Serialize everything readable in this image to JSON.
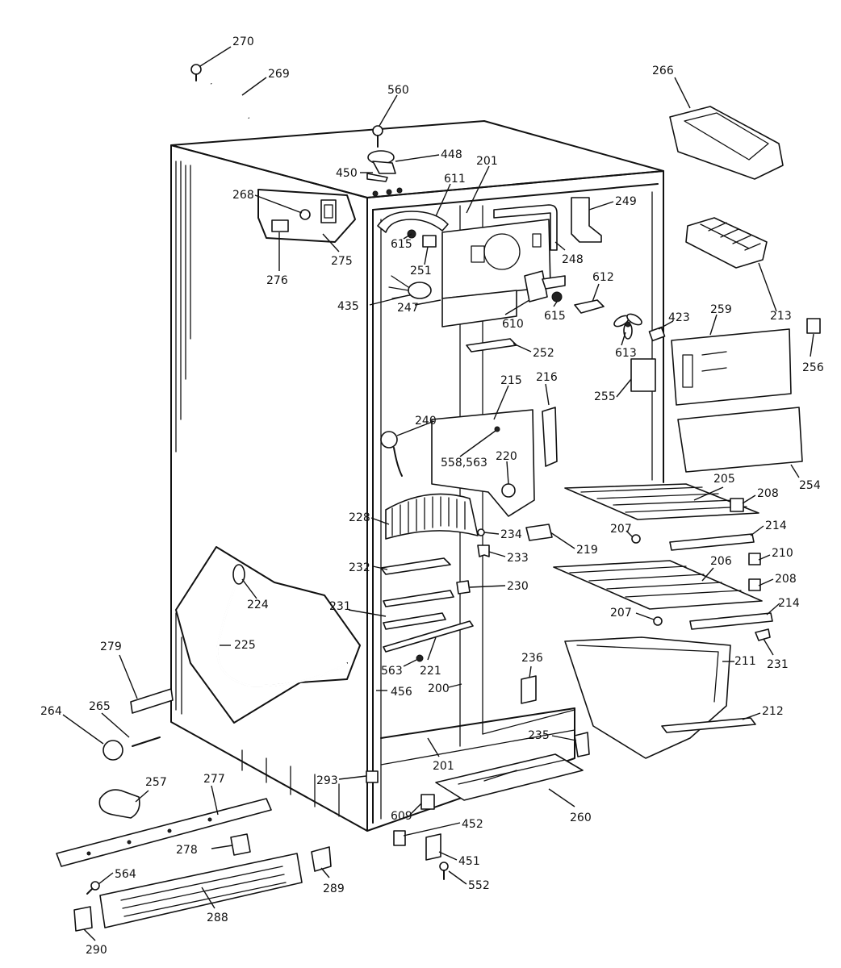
{
  "diagram": {
    "callouts": [
      {
        "id": "c270",
        "text": "270"
      },
      {
        "id": "c269",
        "text": "269"
      },
      {
        "id": "c560",
        "text": "560"
      },
      {
        "id": "c266",
        "text": "266"
      },
      {
        "id": "c448",
        "text": "448"
      },
      {
        "id": "c450",
        "text": "450"
      },
      {
        "id": "c201a",
        "text": "201"
      },
      {
        "id": "c611",
        "text": "611"
      },
      {
        "id": "c268",
        "text": "268"
      },
      {
        "id": "c249",
        "text": "249"
      },
      {
        "id": "c615a",
        "text": "615"
      },
      {
        "id": "c251",
        "text": "251"
      },
      {
        "id": "c248",
        "text": "248"
      },
      {
        "id": "c275",
        "text": "275"
      },
      {
        "id": "c276",
        "text": "276"
      },
      {
        "id": "c213",
        "text": "213"
      },
      {
        "id": "c612",
        "text": "612"
      },
      {
        "id": "c435",
        "text": "435"
      },
      {
        "id": "c247",
        "text": "247"
      },
      {
        "id": "c610",
        "text": "610"
      },
      {
        "id": "c615b",
        "text": "615"
      },
      {
        "id": "c423",
        "text": "423"
      },
      {
        "id": "c259",
        "text": "259"
      },
      {
        "id": "c613",
        "text": "613"
      },
      {
        "id": "c256",
        "text": "256"
      },
      {
        "id": "c252",
        "text": "252"
      },
      {
        "id": "c215",
        "text": "215"
      },
      {
        "id": "c216",
        "text": "216"
      },
      {
        "id": "c255",
        "text": "255"
      },
      {
        "id": "c240",
        "text": "240"
      },
      {
        "id": "c558",
        "text": "558,563"
      },
      {
        "id": "c220",
        "text": "220"
      },
      {
        "id": "c254",
        "text": "254"
      },
      {
        "id": "c205",
        "text": "205"
      },
      {
        "id": "c208a",
        "text": "208"
      },
      {
        "id": "c228",
        "text": "228"
      },
      {
        "id": "c234",
        "text": "234"
      },
      {
        "id": "c207a",
        "text": "207"
      },
      {
        "id": "c214a",
        "text": "214"
      },
      {
        "id": "c219",
        "text": "219"
      },
      {
        "id": "c233",
        "text": "233"
      },
      {
        "id": "c210",
        "text": "210"
      },
      {
        "id": "c206",
        "text": "206"
      },
      {
        "id": "c232",
        "text": "232"
      },
      {
        "id": "c208b",
        "text": "208"
      },
      {
        "id": "c230",
        "text": "230"
      },
      {
        "id": "c224",
        "text": "224"
      },
      {
        "id": "c231a",
        "text": "231"
      },
      {
        "id": "c214b",
        "text": "214"
      },
      {
        "id": "c207b",
        "text": "207"
      },
      {
        "id": "c225",
        "text": "225"
      },
      {
        "id": "c231b",
        "text": "231"
      },
      {
        "id": "c279",
        "text": "279"
      },
      {
        "id": "c563",
        "text": "563"
      },
      {
        "id": "c221",
        "text": "221"
      },
      {
        "id": "c211",
        "text": "211"
      },
      {
        "id": "c236",
        "text": "236"
      },
      {
        "id": "c456",
        "text": "456"
      },
      {
        "id": "c200",
        "text": "200"
      },
      {
        "id": "c264",
        "text": "264"
      },
      {
        "id": "c265",
        "text": "265"
      },
      {
        "id": "c212",
        "text": "212"
      },
      {
        "id": "c235",
        "text": "235"
      },
      {
        "id": "c201b",
        "text": "201"
      },
      {
        "id": "c257",
        "text": "257"
      },
      {
        "id": "c277",
        "text": "277"
      },
      {
        "id": "c293",
        "text": "293"
      },
      {
        "id": "c260",
        "text": "260"
      },
      {
        "id": "c609",
        "text": "609"
      },
      {
        "id": "c452",
        "text": "452"
      },
      {
        "id": "c278",
        "text": "278"
      },
      {
        "id": "c451",
        "text": "451"
      },
      {
        "id": "c564",
        "text": "564"
      },
      {
        "id": "c289",
        "text": "289"
      },
      {
        "id": "c552",
        "text": "552"
      },
      {
        "id": "c288",
        "text": "288"
      },
      {
        "id": "c290",
        "text": "290"
      }
    ]
  }
}
